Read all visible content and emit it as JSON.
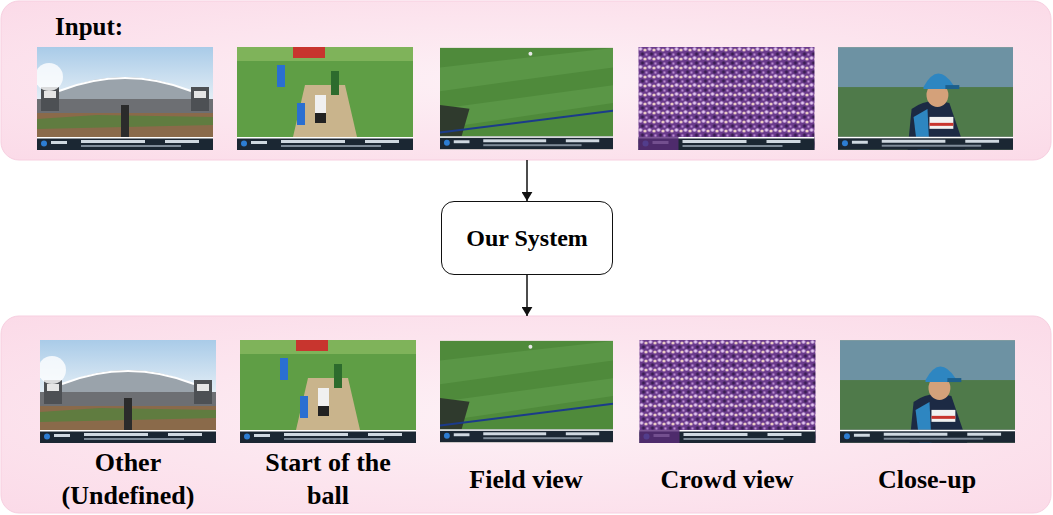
{
  "diagram": {
    "nodes": [
      {
        "text": [
          "Input:"
        ]
      },
      {
        "text": [
          "Our System"
        ]
      },
      {
        "text": [
          "Other (Undefined)",
          "Start of the ball",
          "Field view",
          "Crowd view",
          "Close-up"
        ]
      }
    ],
    "edges": [
      {
        "from": 0,
        "to": 1,
        "arrow": "to"
      },
      {
        "from": 1,
        "to": 2,
        "arrow": "to"
      }
    ]
  }
}
